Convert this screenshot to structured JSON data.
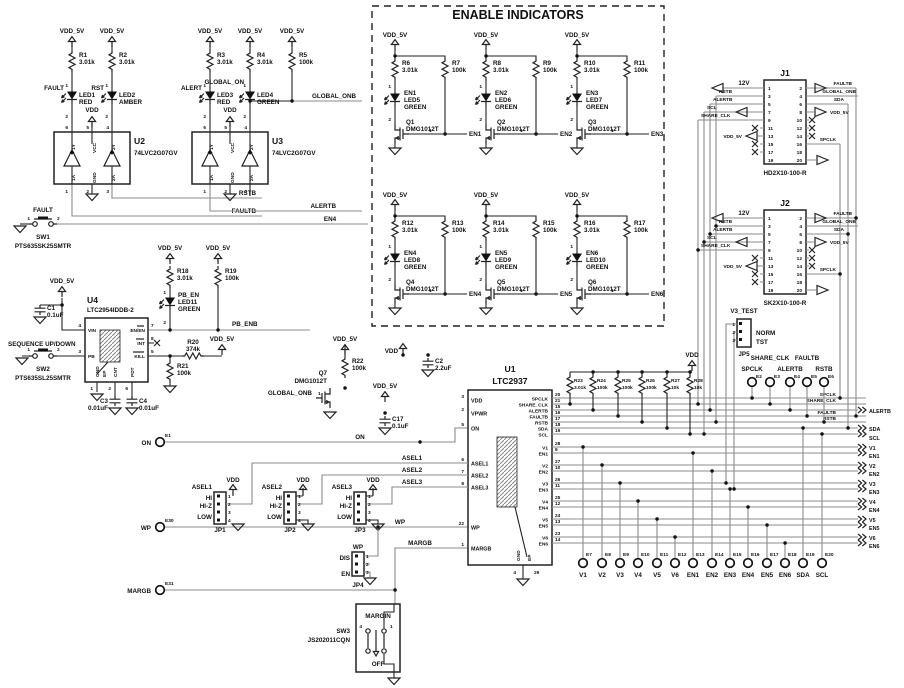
{
  "title": "ENABLE INDICATORS",
  "net": {
    "vdd5": "VDD_5V",
    "vdd": "VDD",
    "v12": "12V",
    "rstb": "RSTB",
    "faultb": "FAULTB",
    "alertb": "ALERTB",
    "gonb": "GLOBAL_ONB",
    "sda": "SDA",
    "scl": "SCL",
    "spclk": "SPCLK",
    "shclk": "SHARE_CLK",
    "on": "ON",
    "wp": "WP",
    "margb": "MARGB",
    "pbenb": "PB_ENB",
    "en4": "EN4",
    "asel1": "ASEL1",
    "asel2": "ASEL2",
    "asel3": "ASEL3"
  },
  "r": {
    "r1": [
      "R1",
      "3.01k"
    ],
    "r2": [
      "R2",
      "3.01k"
    ],
    "r3": [
      "R3",
      "3.01k"
    ],
    "r4": [
      "R4",
      "3.01k"
    ],
    "r5": [
      "R5",
      "100k"
    ],
    "r18": [
      "R18",
      "3.01k"
    ],
    "r19": [
      "R19",
      "100k"
    ],
    "r20": [
      "R20",
      "374k"
    ],
    "r21": [
      "R21",
      "100k"
    ],
    "r22": [
      "R22",
      "100k"
    ],
    "r23": [
      "R23",
      "3.01k"
    ],
    "r24": [
      "R24",
      "100k"
    ],
    "r25": [
      "R25",
      "100k"
    ],
    "r26": [
      "R26",
      "100k"
    ],
    "r27": [
      "R27",
      "10k"
    ],
    "r28": [
      "R28",
      "10k"
    ]
  },
  "cap": {
    "c1": [
      "C1",
      "0.1uF"
    ],
    "c2": [
      "C2",
      "2.2uF"
    ],
    "c3": [
      "C3",
      "0.01uF"
    ],
    "c4": [
      "C4",
      "0.01uF"
    ],
    "c17": [
      "C17",
      "0.1uF"
    ]
  },
  "led": {
    "led1": [
      "FAULT",
      "LED1",
      "RED"
    ],
    "led2": [
      "RST",
      "LED2",
      "AMBER"
    ],
    "led3": [
      "ALERT",
      "LED3",
      "RED"
    ],
    "led4": [
      "GLOBAL_ON",
      "LED4",
      "GREEN"
    ],
    "led11": [
      "PB_EN",
      "LED11",
      "GREEN"
    ]
  },
  "u": {
    "u1": [
      "U1",
      "LTC2937"
    ],
    "u2": [
      "U2",
      "74LVC2G07GV"
    ],
    "u3": [
      "U3",
      "74LVC2G07GV"
    ],
    "u4": [
      "U4",
      "LTC2954IDDB-2"
    ],
    "q7": [
      "Q7",
      "DMG1012T"
    ]
  },
  "bufp": {
    "t": [
      "1Y",
      "VCC",
      "2Y"
    ],
    "tn": [
      "6",
      "5",
      "4"
    ],
    "b": [
      "1A",
      "GND",
      "2A"
    ],
    "bn": [
      "1",
      "2",
      "3"
    ]
  },
  "u4p": {
    "vin": [
      "VIN",
      "4"
    ],
    "pb": [
      "PB",
      "3"
    ],
    "en": [
      "EN/EN",
      "7"
    ],
    "int": [
      "INT",
      "8"
    ],
    "kill": [
      "KILL",
      "5"
    ],
    "gnd": [
      "GND",
      "1"
    ],
    "ep": [
      "EP"
    ],
    "cnt": [
      "CNT",
      "2"
    ],
    "pdt": [
      "PDT",
      "6"
    ]
  },
  "u1p": {
    "l": [
      [
        "VDD",
        "3"
      ],
      [
        "VPWR",
        "2"
      ],
      [
        "ON",
        "5"
      ],
      [
        "ASEL1",
        "6"
      ],
      [
        "ASEL2",
        "7"
      ],
      [
        "ASEL3",
        "8"
      ],
      [
        "WP",
        "22"
      ],
      [
        "MARGB",
        "1"
      ]
    ],
    "r": [
      [
        "SPCLK",
        "20"
      ],
      [
        "SHARE_CLK",
        "21"
      ],
      [
        "ALERTB",
        "15"
      ],
      [
        "FAULTB",
        "16"
      ],
      [
        "RSTB",
        "17"
      ],
      [
        "SDA",
        "18"
      ],
      [
        "SCL",
        "19"
      ]
    ],
    "v": [
      [
        "V1",
        "28"
      ],
      [
        "EN1",
        "9"
      ],
      [
        "V2",
        "27"
      ],
      [
        "EN2",
        "10"
      ],
      [
        "V3",
        "26"
      ],
      [
        "EN3",
        "11"
      ],
      [
        "V4",
        "25"
      ],
      [
        "EN4",
        "12"
      ],
      [
        "V5",
        "24"
      ],
      [
        "EN5",
        "13"
      ],
      [
        "V6",
        "23"
      ],
      [
        "EN6",
        "14"
      ]
    ],
    "gnd": [
      "GND",
      "4"
    ],
    "ep": [
      "EP",
      "29"
    ]
  },
  "sw": {
    "sw1": [
      "FAULT",
      "SW1",
      "PTS635SK25SMTR"
    ],
    "sw2": [
      "SEQUENCE UP/DOWN",
      "SW2",
      "PTS635SL25SMTR"
    ],
    "sw3": [
      "SW3",
      "JS202011CQN",
      "MARGIN",
      "OFF"
    ]
  },
  "jp": {
    "opts": [
      "HI",
      "HI-Z",
      "LOW"
    ],
    "jp1": [
      "ASEL1",
      "JP1"
    ],
    "jp2": [
      "ASEL2",
      "JP2"
    ],
    "jp3": [
      "ASEL3",
      "JP3"
    ],
    "jp4": [
      "WP",
      "JP4",
      "DIS",
      "EN"
    ],
    "jp5": [
      "V3_TEST",
      "JP5",
      "NORM",
      "TST"
    ]
  },
  "conn": {
    "j1": [
      "J1",
      "HD2X10-100-R"
    ],
    "j2": [
      "J2",
      "SK2X10-100-R"
    ],
    "odd": [
      "1",
      "3",
      "5",
      "7",
      "9",
      "11",
      "13",
      "15",
      "17",
      "19"
    ],
    "even": [
      "2",
      "4",
      "6",
      "8",
      "10",
      "12",
      "14",
      "16",
      "18",
      "20"
    ]
  },
  "cells": [
    {
      "r1": [
        "R6",
        "3.01k"
      ],
      "r2": [
        "R7",
        "100k"
      ],
      "led": [
        "EN1",
        "LED5",
        "GREEN"
      ],
      "q": [
        "Q1",
        "DMG1012T"
      ],
      "net": "EN1"
    },
    {
      "r1": [
        "R8",
        "3.01k"
      ],
      "r2": [
        "R9",
        "100k"
      ],
      "led": [
        "EN2",
        "LED6",
        "GREEN"
      ],
      "q": [
        "Q2",
        "DMG1012T"
      ],
      "net": "EN2"
    },
    {
      "r1": [
        "R10",
        "3.01k"
      ],
      "r2": [
        "R11",
        "100k"
      ],
      "led": [
        "EN3",
        "LED7",
        "GREEN"
      ],
      "q": [
        "Q3",
        "DMG1012T"
      ],
      "net": "EN3"
    },
    {
      "r1": [
        "R12",
        "3.01k"
      ],
      "r2": [
        "R13",
        "100k"
      ],
      "led": [
        "EN4",
        "LED8",
        "GREEN"
      ],
      "q": [
        "Q4",
        "DMG1012T"
      ],
      "net": "EN4"
    },
    {
      "r1": [
        "R14",
        "3.01k"
      ],
      "r2": [
        "R15",
        "100k"
      ],
      "led": [
        "EN5",
        "LED9",
        "GREEN"
      ],
      "q": [
        "Q5",
        "DMG1012T"
      ],
      "net": "EN5"
    },
    {
      "r1": [
        "R16",
        "3.01k"
      ],
      "r2": [
        "R17",
        "100k"
      ],
      "led": [
        "EN6",
        "LED10",
        "GREEN"
      ],
      "q": [
        "Q6",
        "DMG1012T"
      ],
      "net": "EN6"
    }
  ],
  "tp": {
    "e1": [
      "E1",
      "ON"
    ],
    "e30": [
      "E30",
      "WP"
    ],
    "e31": [
      "E31",
      "MARGB"
    ],
    "top": [
      [
        "E2",
        "SPCLK"
      ],
      [
        "E3",
        "SHARE_CLK"
      ],
      [
        "E4",
        "ALERTB"
      ],
      [
        "E5",
        "FAULTB"
      ],
      [
        "E6",
        "RSTB"
      ]
    ],
    "bot": [
      [
        "E7",
        "V1"
      ],
      [
        "E8",
        "V2"
      ],
      [
        "E9",
        "V3"
      ],
      [
        "E10",
        "V4"
      ],
      [
        "E11",
        "V5"
      ],
      [
        "E12",
        "V6"
      ],
      [
        "E13",
        "EN1"
      ],
      [
        "E14",
        "EN2"
      ],
      [
        "E15",
        "EN3"
      ],
      [
        "E16",
        "EN4"
      ],
      [
        "E17",
        "EN5"
      ],
      [
        "E18",
        "EN6"
      ],
      [
        "E19",
        "SDA"
      ],
      [
        "E20",
        "SCL"
      ]
    ]
  },
  "pn": {
    "1": "1",
    "2": "2",
    "3": "3",
    "4": "4"
  }
}
